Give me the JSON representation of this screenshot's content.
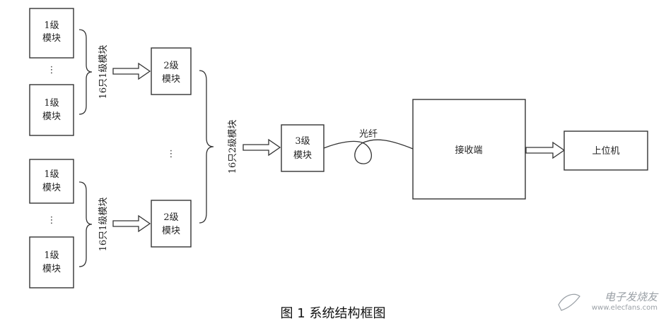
{
  "labels": {
    "level1_line1": "1级",
    "level1_line2": "模块",
    "level2_line1": "2级",
    "level2_line2": "模块",
    "level3_line1": "3级",
    "level3_line2": "模块",
    "group_level1": "16只1级模块",
    "group_level2": "16只2级模块",
    "fiber": "光纤",
    "receiver": "接收端",
    "host": "上位机",
    "ellipsis": "⋮"
  },
  "caption": "图 1 系统结构框图",
  "watermark": {
    "name": "电子发烧友",
    "url": "www.elecfans.com"
  }
}
